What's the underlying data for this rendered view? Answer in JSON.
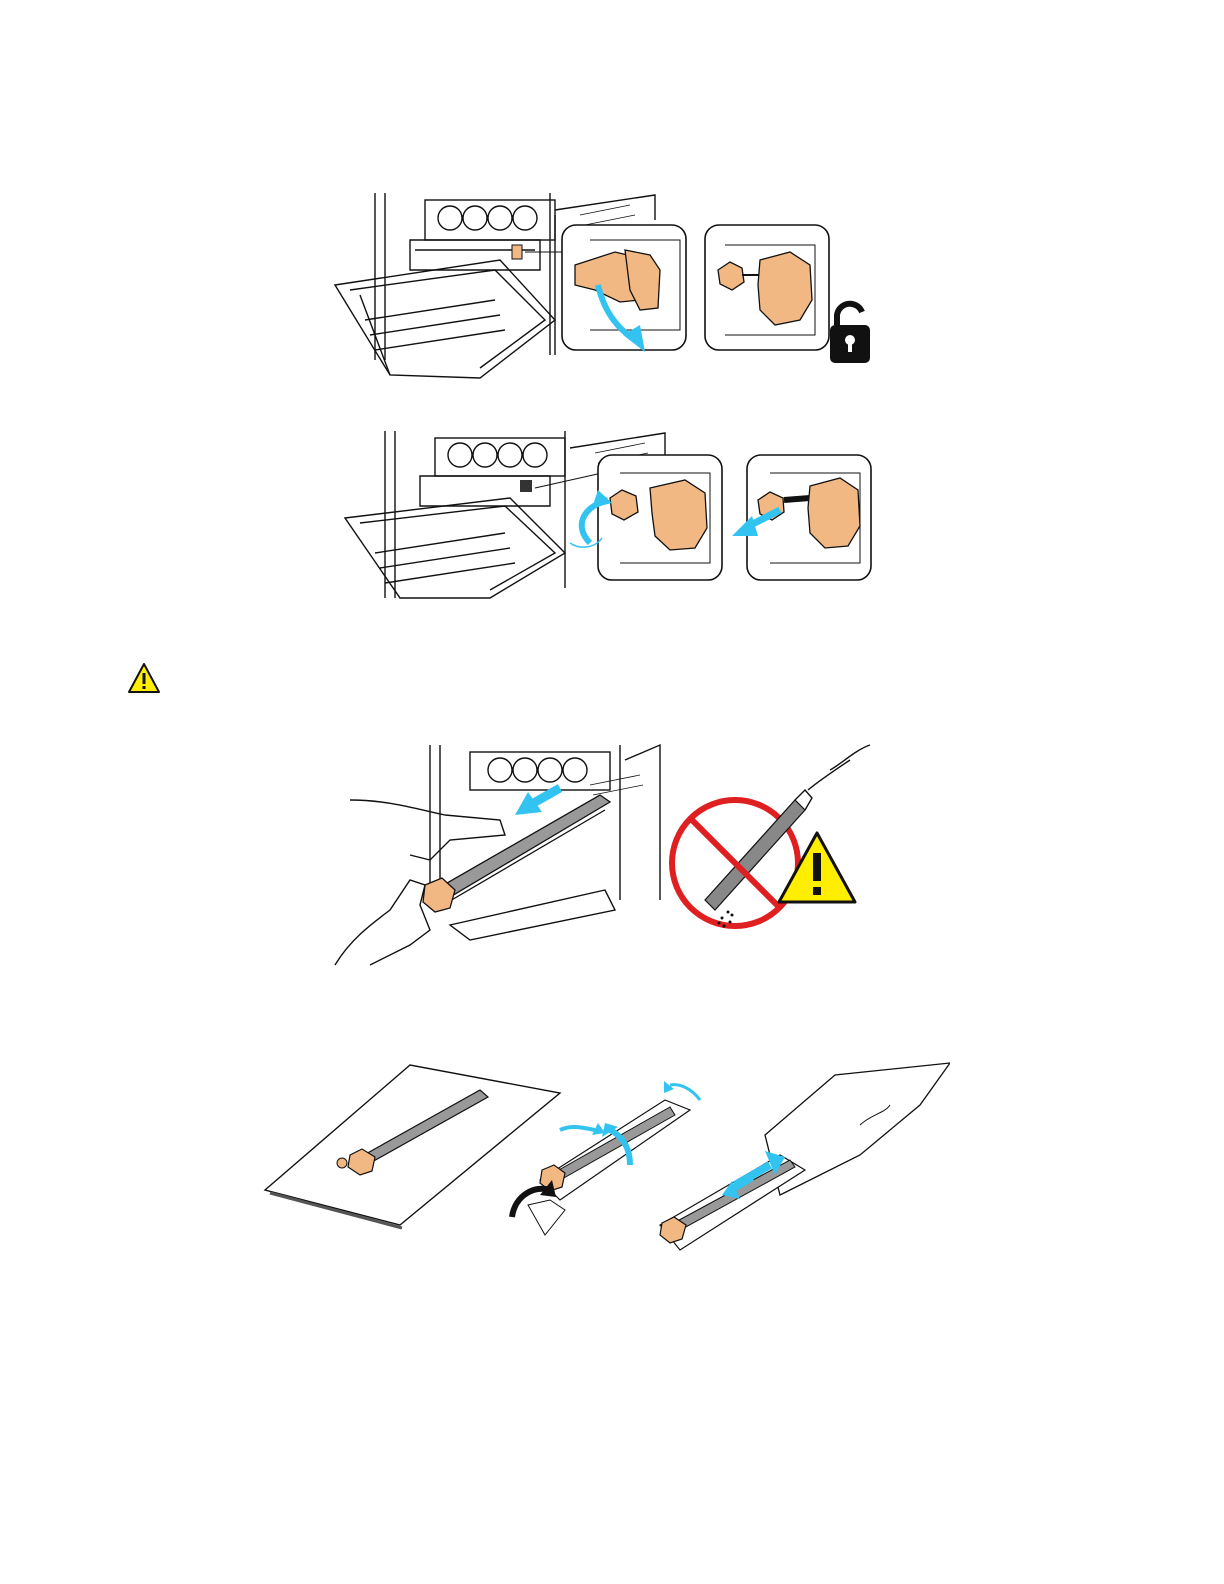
{
  "page": {
    "steps": [
      {
        "id": "unlock-drum-lever",
        "icons": [
          "unlock-icon",
          "rotate-arrow-icon"
        ]
      },
      {
        "id": "remove-locking-knob",
        "icons": [
          "rotate-arrow-icon",
          "pull-arrow-icon"
        ]
      },
      {
        "id": "caution-remove-drum",
        "icons": [
          "caution-icon",
          "no-tilt-prohibition-icon",
          "warning-icon"
        ]
      },
      {
        "id": "wrap-used-drum-in-bag",
        "icons": [
          "fold-arrow-icon",
          "slide-arrow-icon"
        ]
      }
    ]
  },
  "colors": {
    "accent_arrow": "#33c3f0",
    "part_orange": "#f2b884",
    "prohibition_red": "#e02020",
    "warning_yellow": "#ffee00",
    "line": "#111111"
  }
}
